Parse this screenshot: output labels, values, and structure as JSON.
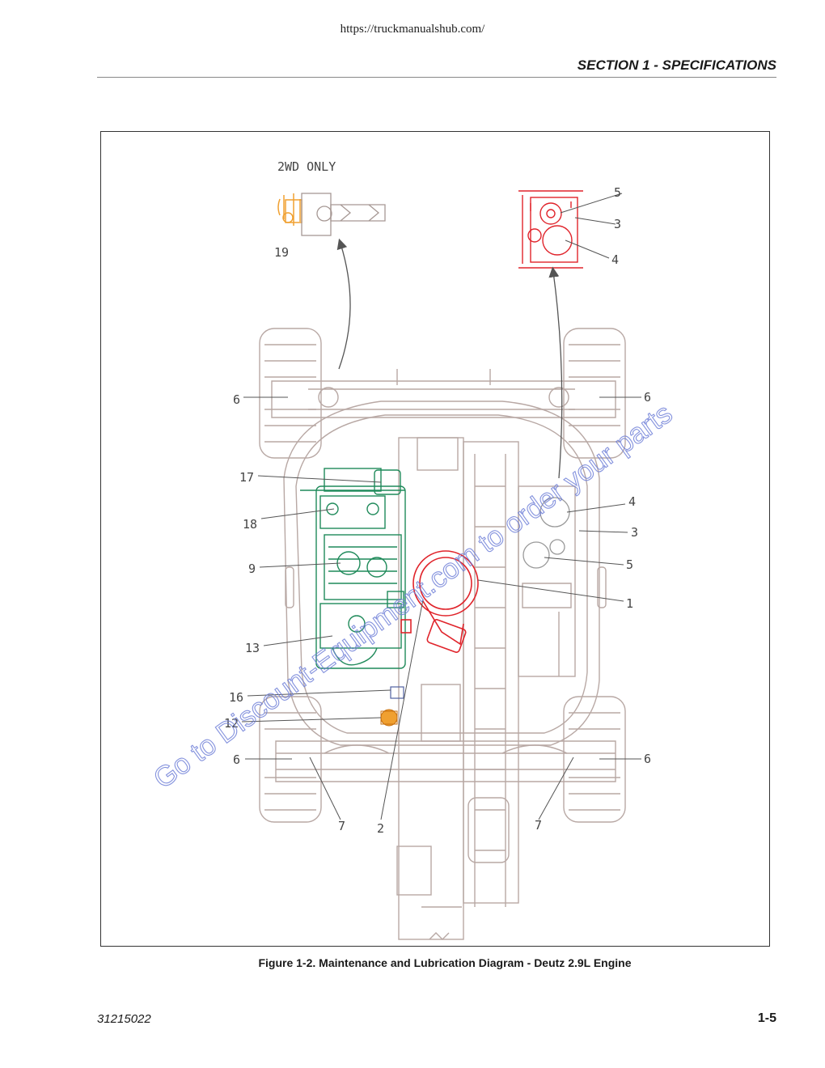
{
  "header": {
    "url": "https://truckmanualshub.com/",
    "section": "SECTION 1 - SPECIFICATIONS"
  },
  "figure": {
    "inset_label": "2WD ONLY",
    "caption": "Figure 1-2. Maintenance and Lubrication Diagram - Deutz 2.9L Engine",
    "watermark": "Go to Discount-Equipment.com to order your parts",
    "callouts": {
      "c19": "19",
      "c5_top": "5",
      "c3_top": "3",
      "c4_top": "4",
      "c6_left_front": "6",
      "c6_right_front": "6",
      "c17": "17",
      "c18": "18",
      "c9": "9",
      "c13": "13",
      "c16": "16",
      "c12": "12",
      "c4_mid": "4",
      "c3_mid": "3",
      "c5_mid": "5",
      "c1": "1",
      "c6_left_rear": "6",
      "c6_right_rear": "6",
      "c7_left": "7",
      "c2": "2",
      "c7_right": "7"
    },
    "colors": {
      "engine": "#1f8a5a",
      "bearing": "#e0242b",
      "axle_greasing": "#f0a030",
      "chassis": "#b8a8a4",
      "watermark": "#6f7fd8"
    }
  },
  "footer": {
    "doc_number": "31215022",
    "page": "1-5"
  }
}
